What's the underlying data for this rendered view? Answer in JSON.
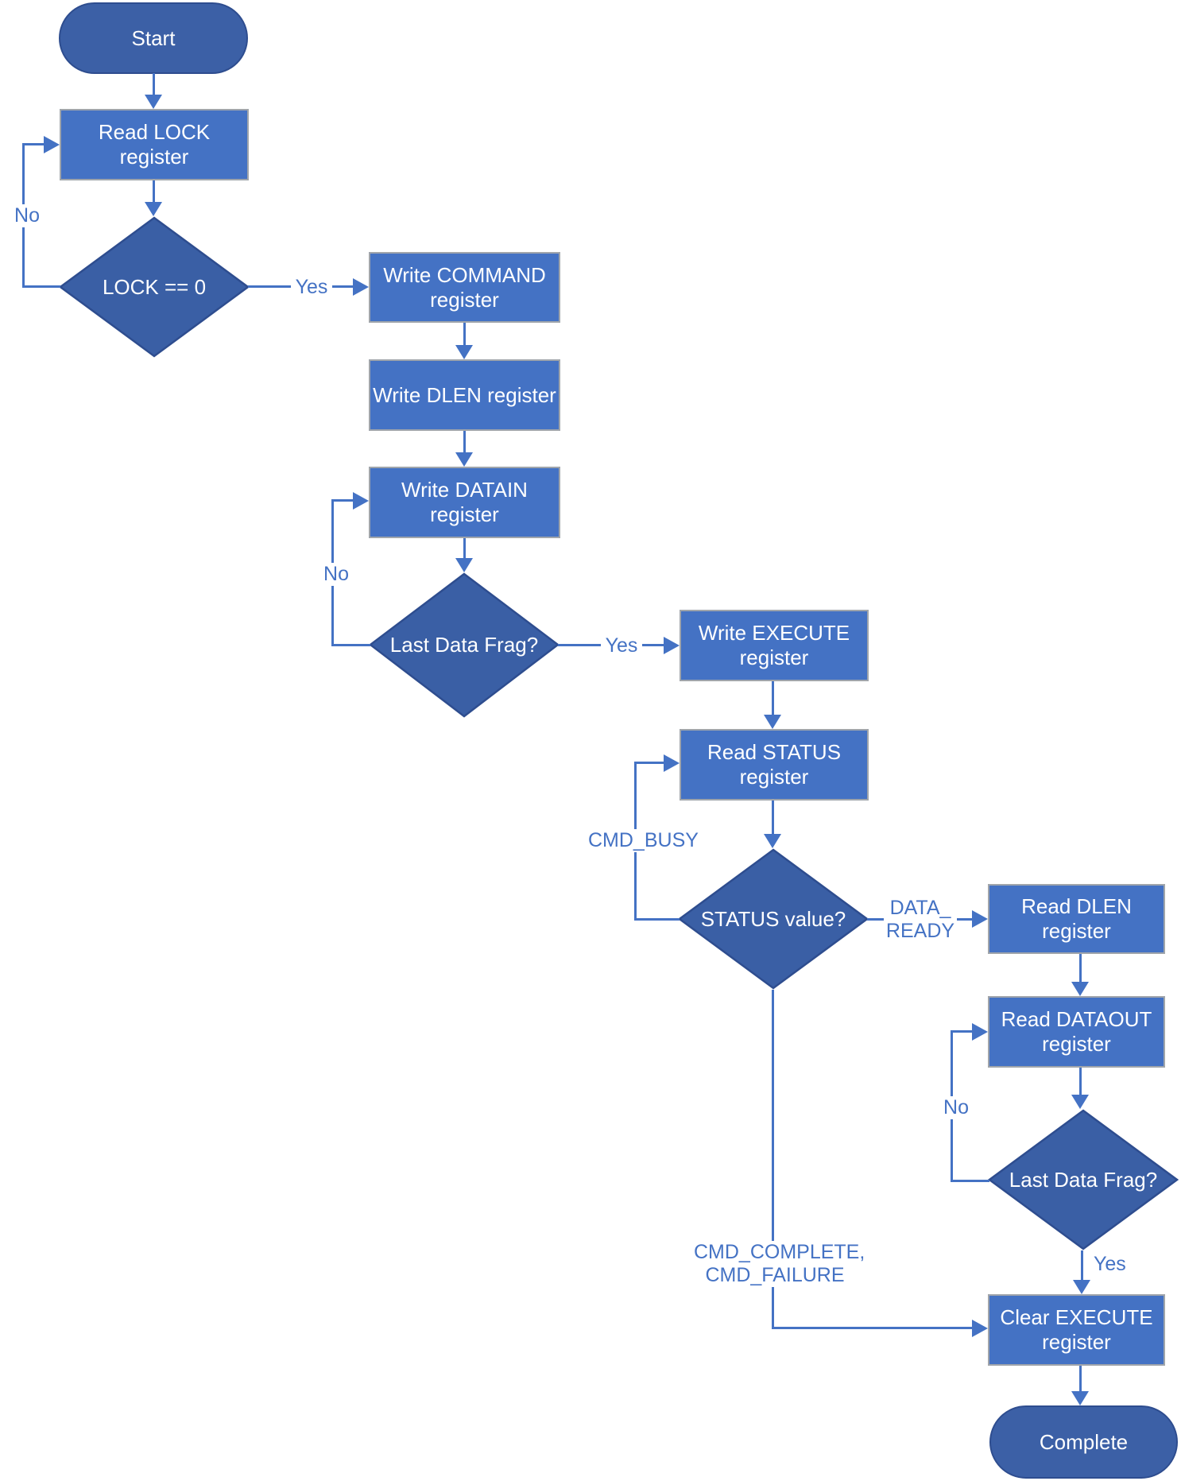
{
  "diagram": {
    "type": "flowchart",
    "nodes": {
      "start": {
        "shape": "terminator",
        "lines": [
          "Start"
        ]
      },
      "read_lock": {
        "shape": "process",
        "lines": [
          "Read LOCK register"
        ]
      },
      "lock_check": {
        "shape": "decision",
        "lines": [
          "LOCK == 0"
        ]
      },
      "write_command": {
        "shape": "process",
        "lines": [
          "Write COMMAND",
          "register"
        ]
      },
      "write_dlen": {
        "shape": "process",
        "lines": [
          "Write DLEN register"
        ]
      },
      "write_datain": {
        "shape": "process",
        "lines": [
          "Write DATAIN",
          "register"
        ]
      },
      "last_frag_1": {
        "shape": "decision",
        "lines": [
          "Last Data Frag?"
        ]
      },
      "write_execute": {
        "shape": "process",
        "lines": [
          "Write EXECUTE",
          "register"
        ]
      },
      "read_status": {
        "shape": "process",
        "lines": [
          "Read STATUS",
          "register"
        ]
      },
      "status_value": {
        "shape": "decision",
        "lines": [
          "STATUS value?"
        ]
      },
      "read_dlen": {
        "shape": "process",
        "lines": [
          "Read DLEN register"
        ]
      },
      "read_dataout": {
        "shape": "process",
        "lines": [
          "Read DATAOUT",
          "register"
        ]
      },
      "last_frag_2": {
        "shape": "decision",
        "lines": [
          "Last Data Frag?"
        ]
      },
      "clear_execute": {
        "shape": "process",
        "lines": [
          "Clear EXECUTE",
          "register"
        ]
      },
      "complete": {
        "shape": "terminator",
        "lines": [
          "Complete"
        ]
      }
    },
    "edge_labels": {
      "no_lock": "No",
      "yes_lock": "Yes",
      "no_frag1": "No",
      "yes_frag1": "Yes",
      "cmd_busy": "CMD_BUSY",
      "data_ready_line1": "DATA_",
      "data_ready_line2": "READY",
      "cmd_complete_line1": "CMD_COMPLETE,",
      "cmd_complete_line2": "CMD_FAILURE",
      "no_frag2": "No",
      "yes_frag2": "Yes"
    },
    "colors": {
      "process_fill": "#4472C4",
      "process_border": "#A0A5AB",
      "decision_fill": "#3A5FA5",
      "decision_border": "#2E4D8F",
      "terminator_fill": "#3C60A6",
      "connector": "#4472C4",
      "edge_label_text": "#4472C4",
      "node_text": "#FFFFFF",
      "background": "#FFFFFF"
    }
  }
}
